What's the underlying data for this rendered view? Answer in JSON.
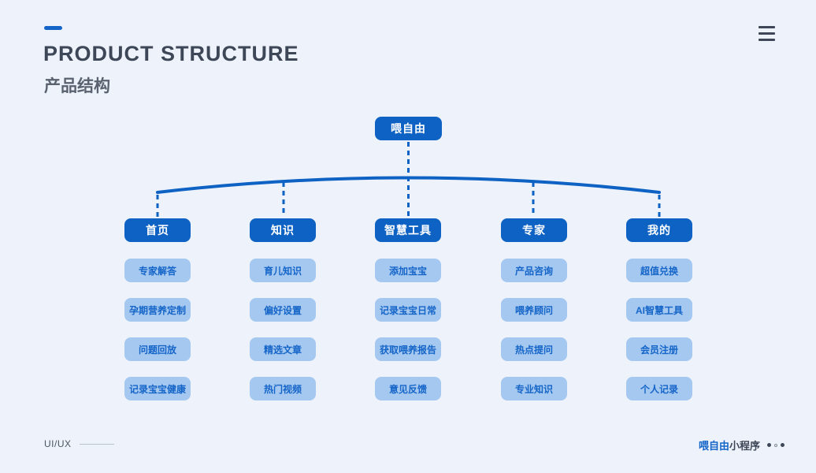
{
  "header": {
    "title": "PRODUCT STRUCTURE",
    "subtitle": "产品结构"
  },
  "diagram": {
    "root": "喂自由",
    "columns": [
      {
        "header": "首页",
        "items": [
          "专家解答",
          "孕期营养定制",
          "问题回放",
          "记录宝宝健康"
        ]
      },
      {
        "header": "知识",
        "items": [
          "育儿知识",
          "偏好设置",
          "精选文章",
          "热门视频"
        ]
      },
      {
        "header": "智慧工具",
        "items": [
          "添加宝宝",
          "记录宝宝日常",
          "获取喂养报告",
          "意见反馈"
        ]
      },
      {
        "header": "专家",
        "items": [
          "产品咨询",
          "喂养顾问",
          "热点提问",
          "专业知识"
        ]
      },
      {
        "header": "我的",
        "items": [
          "超值兑换",
          "AI智慧工具",
          "会员注册",
          "个人记录"
        ]
      }
    ]
  },
  "footer": {
    "left_label": "UI/UX",
    "right_brand": "喂自由",
    "right_suffix": "小程序"
  },
  "colors": {
    "background": "#eef3fb",
    "primary_blue": "#0e62c4",
    "light_pill": "#a4c8f0",
    "pill_text": "#1565c8",
    "title_text": "#3e4757"
  }
}
